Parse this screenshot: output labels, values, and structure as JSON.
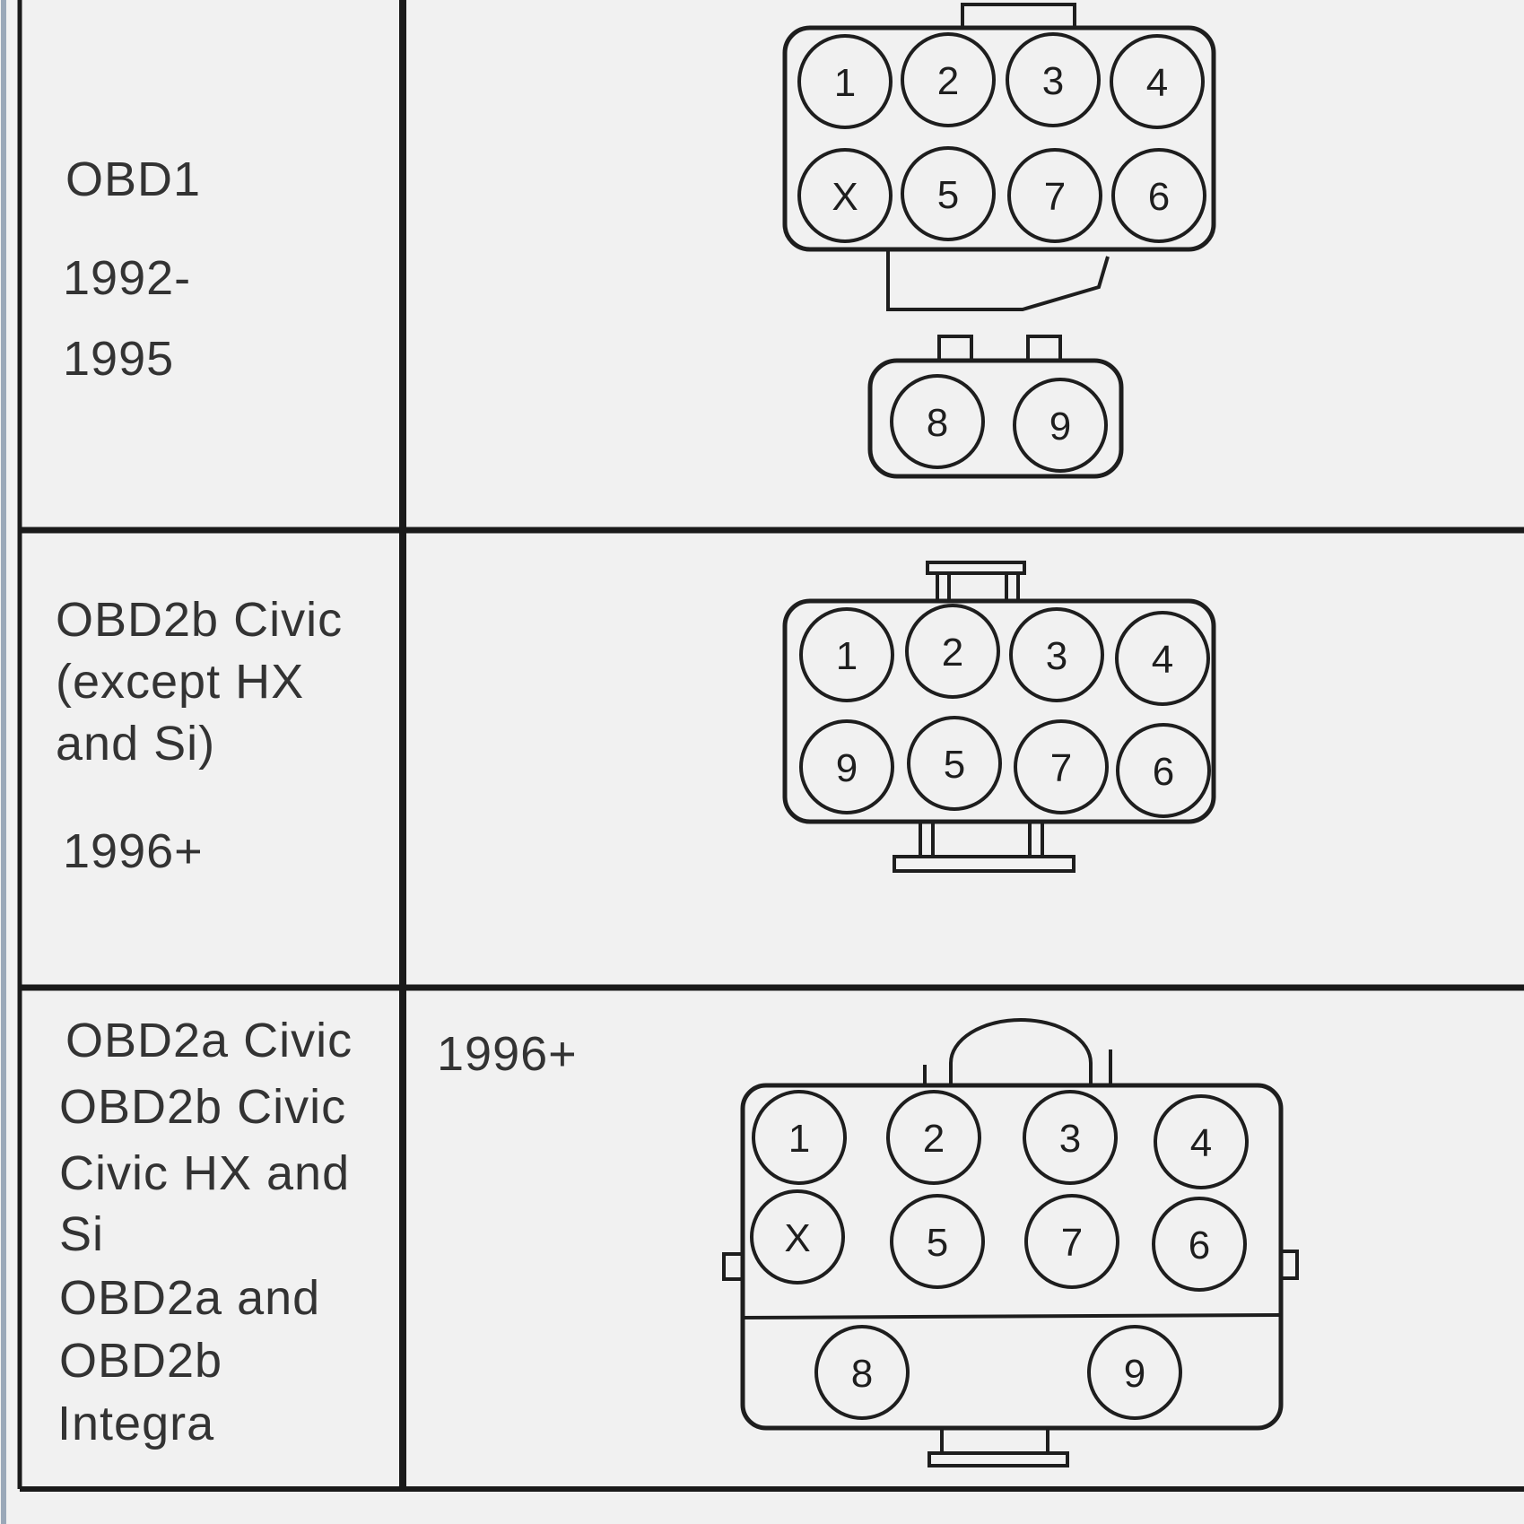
{
  "rows": [
    {
      "label_lines": [
        "OBD1",
        "1992-",
        "1995"
      ],
      "connector_main": {
        "top_row": [
          "1",
          "2",
          "3",
          "4"
        ],
        "bottom_row": [
          "X",
          "5",
          "7",
          "6"
        ]
      },
      "connector_aux": [
        "8",
        "9"
      ]
    },
    {
      "label_lines": [
        "OBD2b Civic",
        "(except HX",
        "and Si)",
        "1996+"
      ],
      "connector_main": {
        "top_row": [
          "1",
          "2",
          "3",
          "4"
        ],
        "bottom_row": [
          "9",
          "5",
          "7",
          "6"
        ]
      }
    },
    {
      "label_lines": [
        "OBD2a Civic",
        "OBD2b Civic",
        "Civic HX and",
        "Si",
        "OBD2a and",
        "OBD2b",
        "Integra"
      ],
      "year_note": "1996+",
      "connector_main": {
        "top_row": [
          "1",
          "2",
          "3",
          "4"
        ],
        "middle_row": [
          "X",
          "5",
          "7",
          "6"
        ],
        "bottom_row": [
          "8",
          "9"
        ]
      }
    }
  ]
}
